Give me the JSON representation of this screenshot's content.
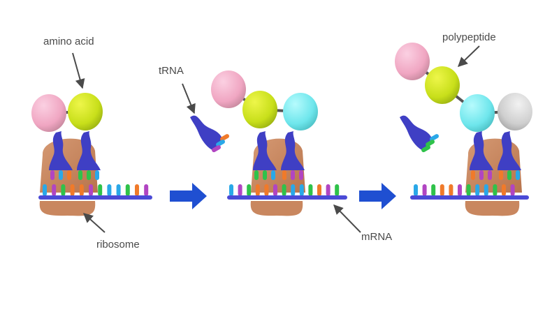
{
  "diagram": {
    "title": "Translation: tRNA delivers amino acids to ribosome on mRNA",
    "labels": {
      "amino_acid": "amino acid",
      "ribosome": "ribosome",
      "trna": "tRNA",
      "mrna": "mRNA",
      "polypeptide": "polypeptide"
    },
    "colors": {
      "ribosome": "#c9875f",
      "mrna_backbone": "#4a4ad6",
      "trna": "#3f3fc4",
      "arrow": "#1f4fd1",
      "pointer": "#4a4a4a",
      "bond": "#555555",
      "base_blue": "#2aa8e8",
      "base_purple": "#b145c2",
      "base_green": "#2fc24a",
      "base_orange": "#f07a2a",
      "aa_pink": "#f2a9c4",
      "aa_yellow": "#cce320",
      "aa_cyan": "#6fe5ea",
      "aa_grey": "#cfcfcf"
    },
    "steps": [
      {
        "name": "step-1",
        "mrna_codons": [
          "blue",
          "purple",
          "green",
          "orange",
          "orange",
          "purple",
          "green",
          "blue",
          "blue",
          "green",
          "orange",
          "purple"
        ],
        "anticodons": [
          [
            "purple",
            "blue",
            "orange"
          ],
          [
            "green",
            "green",
            "blue"
          ]
        ],
        "amino_acids": [
          "aa_pink",
          "aa_yellow"
        ]
      },
      {
        "name": "step-2",
        "mrna_codons": [
          "blue",
          "purple",
          "green",
          "orange",
          "orange",
          "purple",
          "green",
          "blue",
          "blue",
          "green",
          "orange",
          "purple",
          "green"
        ],
        "anticodons": [
          [
            "green",
            "green",
            "blue"
          ],
          [
            "orange",
            "purple",
            "purple"
          ]
        ],
        "amino_acids": [
          "aa_pink",
          "aa_yellow",
          "aa_cyan"
        ],
        "free_trna_anticodon": [
          "orange",
          "blue",
          "purple"
        ]
      },
      {
        "name": "step-3",
        "mrna_codons": [
          "blue",
          "purple",
          "green",
          "orange",
          "orange",
          "purple",
          "green",
          "blue",
          "blue",
          "green",
          "orange",
          "purple"
        ],
        "anticodons": [
          [
            "orange",
            "purple",
            "purple"
          ],
          [
            "orange",
            "green",
            "blue"
          ]
        ],
        "amino_acids": [
          "aa_pink",
          "aa_yellow",
          "aa_cyan",
          "aa_grey"
        ],
        "free_trna_anticodon": [
          "blue",
          "green",
          "green"
        ]
      }
    ]
  }
}
